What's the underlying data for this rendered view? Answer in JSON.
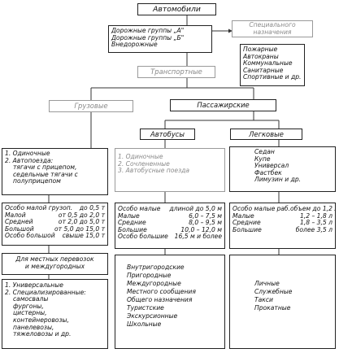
{
  "root": {
    "title": "Автомобили"
  },
  "special": {
    "title": [
      "Специального",
      "назначения"
    ]
  },
  "root_groups": [
    "Дорожные группы  „А\"",
    "Дорожные группы  „Б\"",
    "Внедорожные"
  ],
  "special_types": [
    "Пожарные",
    "Автокраны",
    "Коммунальные",
    "Санитарные",
    "Спортивные и др."
  ],
  "transport": {
    "title": "Транспортные"
  },
  "cargo": {
    "title": "Грузовые"
  },
  "passenger": {
    "title": "Пассажирские"
  },
  "buses": {
    "title": "Автобусы"
  },
  "cars": {
    "title": "Легковые"
  },
  "cargo_types": [
    "1. Одиночные",
    "2. Автопоезда:",
    "тягачи с прицепом,",
    "седельные тягачи с",
    "полуприцепом"
  ],
  "bus_types": [
    "1. Одиночные",
    "2. Сочлененные",
    "3. Автобусные поезда"
  ],
  "car_body_types": [
    "Седан",
    "Купе",
    "Универсал",
    "Фастбек",
    "Лимузин и др."
  ],
  "cargo_capacity": [
    [
      "Особо малой грузоп.",
      "до 0,5 т"
    ],
    [
      "Малой",
      "от 0,5 до 2,0 т"
    ],
    [
      "Средней",
      "от 2,0 до 5,0 т"
    ],
    [
      "Большой",
      "от 5,0 до 15,0 т"
    ],
    [
      "Особо большой",
      "свыше 15,0 т"
    ]
  ],
  "bus_length": [
    [
      "Особо малые",
      "длиной до 5,0 м"
    ],
    [
      "Малые",
      "6,0 – 7,5 м"
    ],
    [
      "Средние",
      "8,0 – 9,5 м"
    ],
    [
      "Большие",
      "10,0 – 12,0 м"
    ],
    [
      "Особо большие",
      "16,5 м и более"
    ]
  ],
  "car_engine": [
    [
      "Особо малые",
      "раб.объем до 1,2 л"
    ],
    [
      "Малые",
      "1,2 – 1,8 л"
    ],
    [
      "Средние",
      "1,8 – 3,5 л"
    ],
    [
      "Большие",
      "более 3,5 л"
    ]
  ],
  "cargo_transport": [
    "Для местных перевозок",
    "и междугородных"
  ],
  "cargo_purpose": [
    "1. Универсальные",
    "2. Специализированные:",
    "самосвалы",
    "фургоны,",
    "цистерны,",
    "контейнеровозы,",
    "панелевозы,",
    "тяжеловозы и др."
  ],
  "bus_purpose": [
    "Внутригородские",
    "Пригородные",
    "Междугородные",
    "Местного сообщения",
    "Общего назначения",
    "Туристские",
    "Экскурсионные",
    "Школьные"
  ],
  "car_purpose": [
    "Личные",
    "Служебные",
    "Такси",
    "Прокатные"
  ]
}
